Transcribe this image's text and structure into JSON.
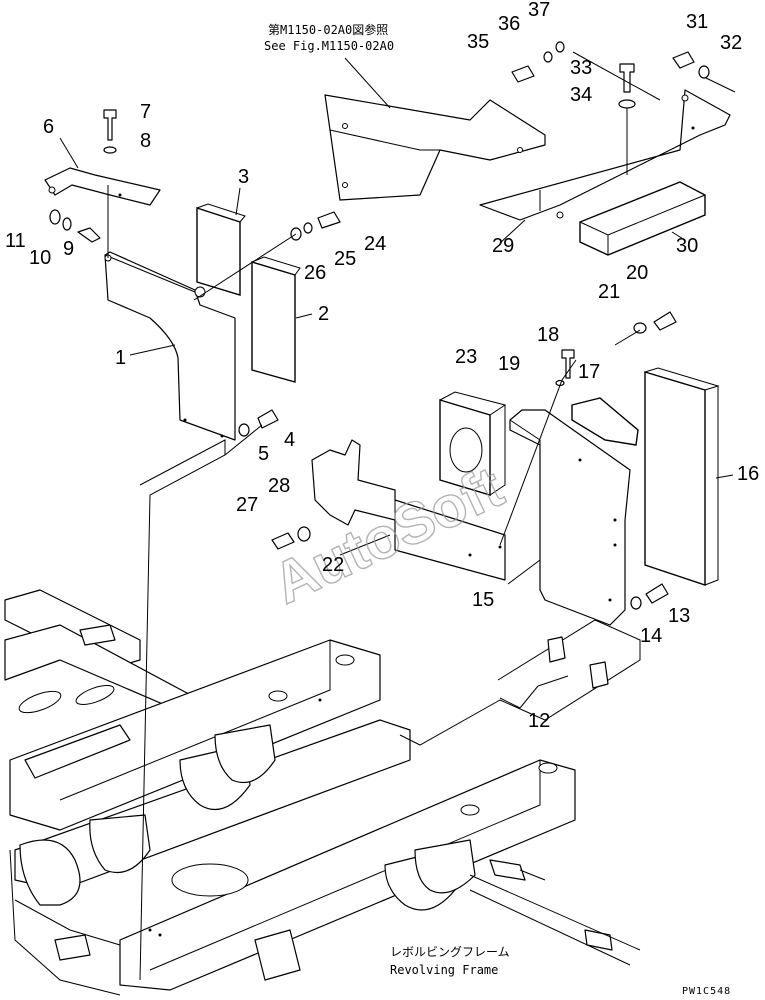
{
  "reference_note": {
    "japanese": "第M1150-02A0図参照",
    "english": "See Fig.M1150-02A0"
  },
  "frame_label": {
    "japanese": "レボルビングフレーム",
    "english": "Revolving Frame"
  },
  "drawing_code": "PW1C548",
  "watermark": "AutoSoft",
  "callouts": [
    "1",
    "2",
    "3",
    "4",
    "5",
    "6",
    "7",
    "8",
    "9",
    "10",
    "11",
    "12",
    "13",
    "14",
    "15",
    "16",
    "17",
    "18",
    "19",
    "20",
    "21",
    "22",
    "23",
    "24",
    "25",
    "26",
    "27",
    "28",
    "29",
    "30",
    "31",
    "32",
    "33",
    "34",
    "35",
    "36",
    "37"
  ]
}
